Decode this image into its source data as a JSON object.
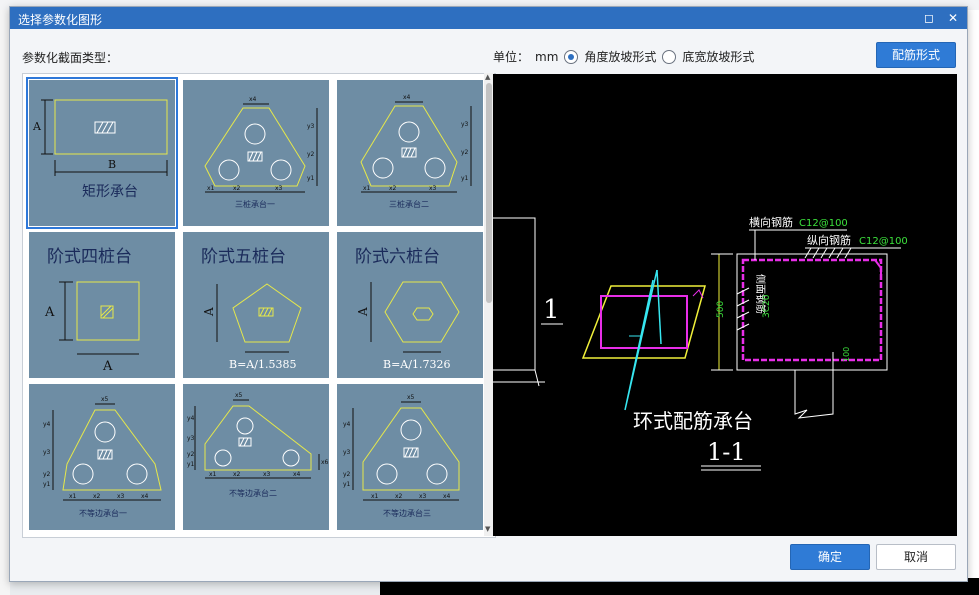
{
  "dialog": {
    "title": "选择参数化图形"
  },
  "section_label": "参数化截面类型：",
  "unit": {
    "label": "单位：",
    "value": "mm",
    "options": [
      {
        "label": "角度放坡形式",
        "selected": true
      },
      {
        "label": "底宽放坡形式",
        "selected": false
      }
    ]
  },
  "buttons": {
    "rebar_form": "配筋形式",
    "ok": "确定",
    "cancel": "取消"
  },
  "shapes": [
    {
      "id": "rect",
      "caption": "矩形承台",
      "dims": [
        "A",
        "B"
      ]
    },
    {
      "id": "three-pile-1",
      "caption": "三桩承台一",
      "dims": [
        "x4",
        "y1",
        "y2",
        "y3",
        "x1",
        "x2",
        "x3"
      ]
    },
    {
      "id": "three-pile-2",
      "caption": "三桩承台二",
      "dims": [
        "x4",
        "y1",
        "y2",
        "y3",
        "x1",
        "x2",
        "x3"
      ]
    },
    {
      "id": "step-four",
      "title": "阶式四桩台",
      "dims": [
        "A",
        "A"
      ]
    },
    {
      "id": "step-five",
      "title": "阶式五桩台",
      "dims": [
        "A"
      ],
      "formula": "B=A/1.5385"
    },
    {
      "id": "step-six",
      "title": "阶式六桩台",
      "dims": [
        "A"
      ],
      "formula": "B=A/1.7326"
    },
    {
      "id": "unequal-1",
      "caption": "不等边承台一",
      "dims": [
        "x5",
        "y1",
        "y2",
        "y3",
        "y4",
        "x1",
        "x2",
        "x3",
        "x4"
      ]
    },
    {
      "id": "unequal-2",
      "caption": "不等边承台二",
      "dims": [
        "x5",
        "y1",
        "y2",
        "y3",
        "y4",
        "x1",
        "x2",
        "x3",
        "x4",
        "x6"
      ]
    },
    {
      "id": "unequal-3",
      "caption": "不等边承台三",
      "dims": [
        "x5",
        "y1",
        "y2",
        "y3",
        "y4",
        "x1",
        "x2",
        "x3",
        "x4"
      ]
    }
  ],
  "preview": {
    "title": "环式配筋承台",
    "section_mark": "1-1",
    "section_number": "1",
    "h_rebar": "横向钢筋",
    "h_rebar_spec": "C12@100",
    "v_rebar": "纵向钢筋",
    "v_rebar_spec": "C12@100",
    "side_rebar": "侧面钢筋",
    "side_rebar_spec": "3C20",
    "dim_500": "500",
    "dim_100": "100"
  },
  "colors": {
    "title_bar": "#2e6fc0",
    "primary": "#2f7bd6",
    "tile_bg": "#6e8da4",
    "shape_line": "#e6e84a",
    "cad_magenta": "#e82ee8",
    "cad_cyan": "#37e6f0",
    "cad_green": "#3ce03c",
    "cad_yellow": "#f0f03a"
  }
}
